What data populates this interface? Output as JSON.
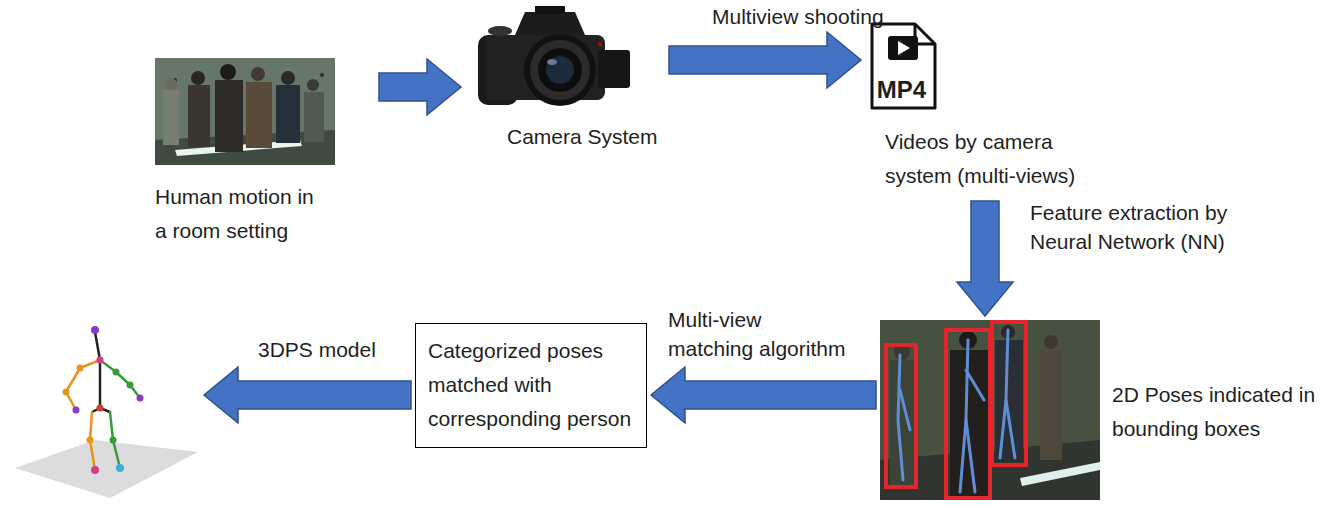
{
  "diagram": {
    "nodes": [
      {
        "text": [
          "Human motion in a room setting"
        ]
      },
      {
        "text": [
          "Camera System"
        ]
      },
      {
        "text": [
          "MP4",
          "Videos by camera system (multi-views)"
        ]
      },
      {
        "text": [
          "2D Poses indicated in bounding boxes"
        ]
      },
      {
        "text": [
          "Categorized poses matched with corresponding person"
        ]
      },
      {
        "text": []
      }
    ],
    "edges": [
      {
        "from": 0,
        "to": 1,
        "arrow": "to"
      },
      {
        "from": 1,
        "to": 2,
        "label": "Multiview shooting",
        "arrow": "to"
      },
      {
        "from": 2,
        "to": 3,
        "label": "Feature extraction by Neural Network (NN)",
        "arrow": "to"
      },
      {
        "from": 3,
        "to": 4,
        "label": "Multi-view matching algorithm",
        "arrow": "to"
      },
      {
        "from": 4,
        "to": 5,
        "label": "3DPS model",
        "arrow": "to"
      }
    ]
  }
}
